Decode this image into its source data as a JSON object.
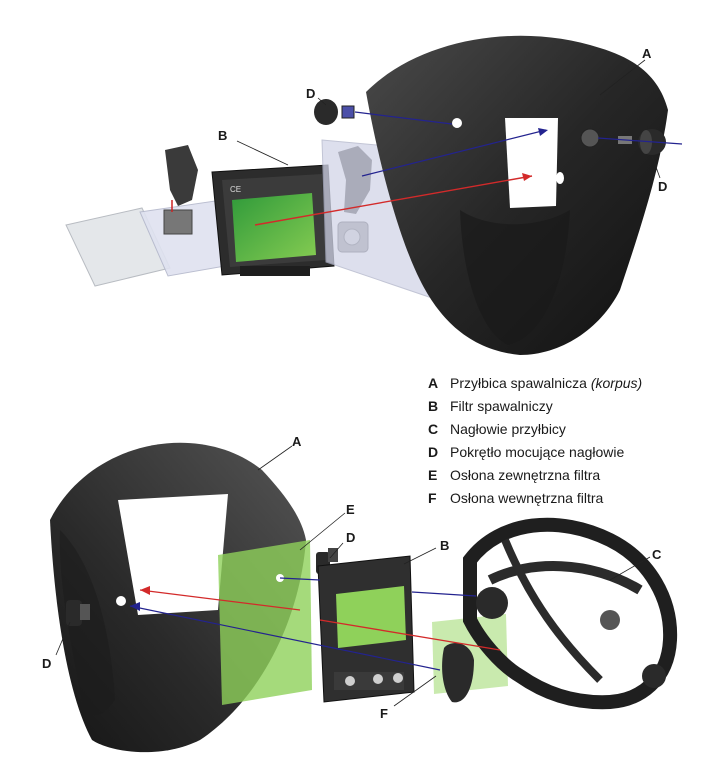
{
  "labels": {
    "a": "A",
    "b": "B",
    "c": "C",
    "d": "D",
    "e": "E",
    "f": "F"
  },
  "legend": [
    {
      "key": "A",
      "text": "Przyłbica spawalnicza ",
      "italic": "(korpus)"
    },
    {
      "key": "B",
      "text": "Filtr spawalniczy",
      "italic": ""
    },
    {
      "key": "C",
      "text": "Nagłowie przyłbicy",
      "italic": ""
    },
    {
      "key": "D",
      "text": "Pokrętło mocujące nagłowie",
      "italic": ""
    },
    {
      "key": "E",
      "text": "Osłona zewnętrzna filtra",
      "italic": ""
    },
    {
      "key": "F",
      "text": "Osłona wewnętrzna filtra",
      "italic": ""
    }
  ],
  "filter_text": {
    "ce_mark": "CE"
  },
  "colors": {
    "shell": "#2b2b2b",
    "lens_green": "#7fbf3f",
    "arrow_red": "#d32a2a",
    "arrow_blue": "#23238f",
    "plate_clear": "#d9dde3"
  }
}
